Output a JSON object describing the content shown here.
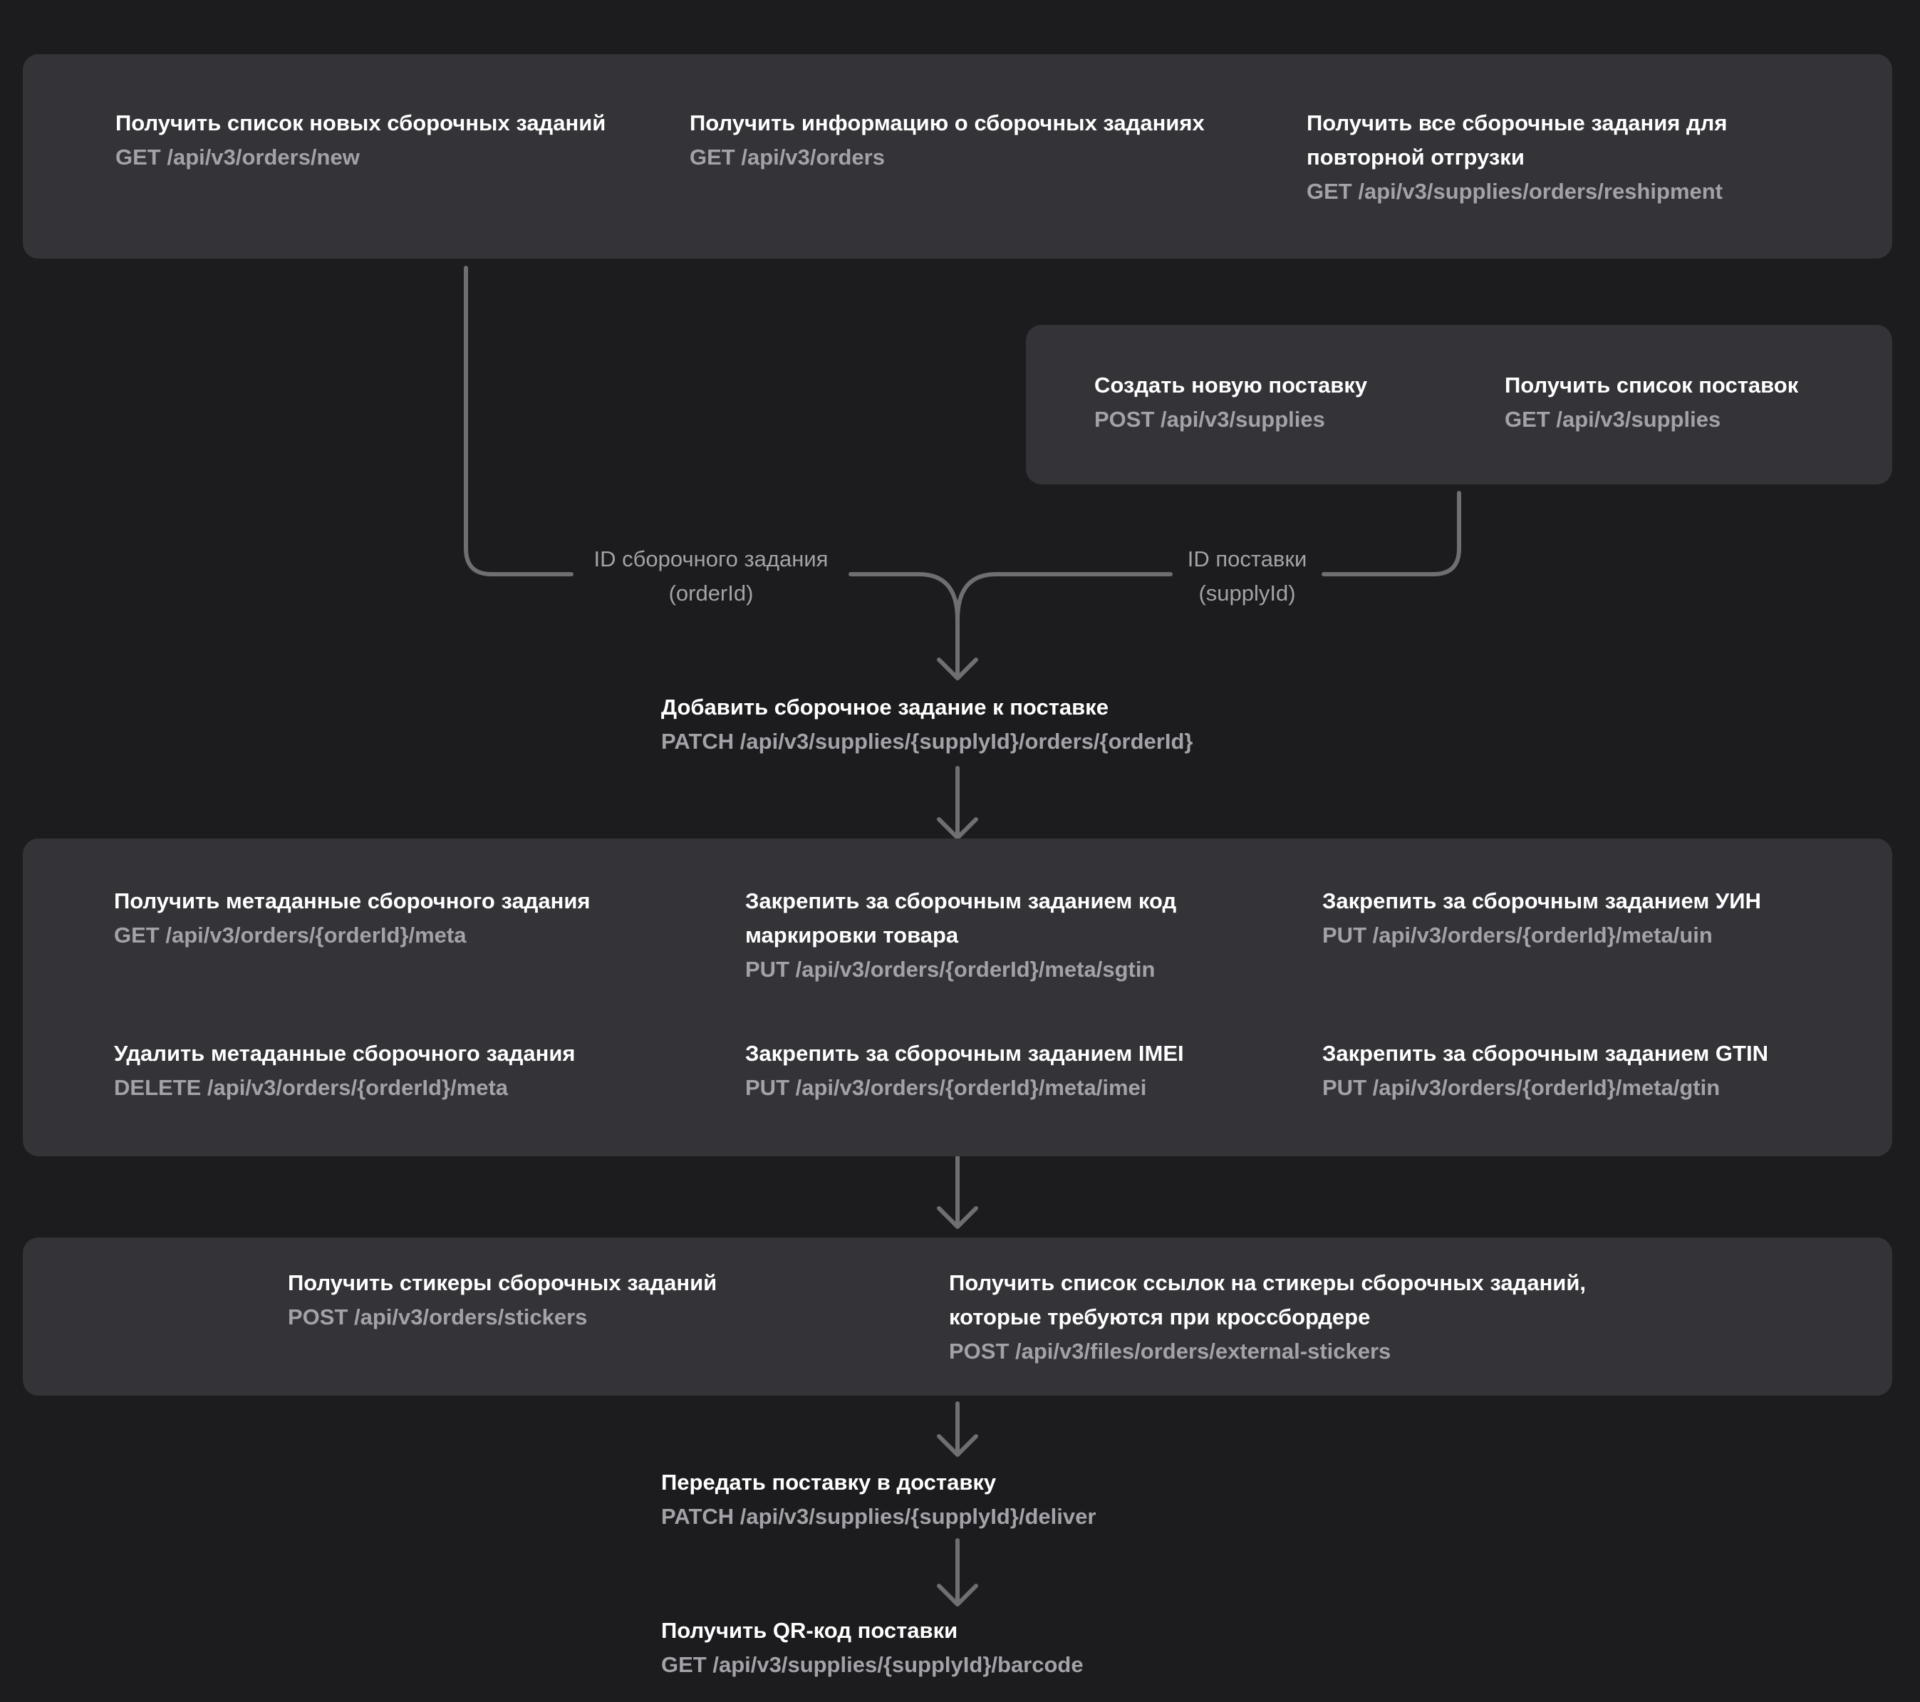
{
  "colors": {
    "background": "#1c1c1e",
    "panel": "#333338",
    "title": "#ffffff",
    "endpoint": "#a2a2a8",
    "connector": "#6e6e73"
  },
  "block_orders": [
    {
      "title": "Получить список новых сборочных заданий",
      "endpoint": "GET /api/v3/orders/new"
    },
    {
      "title": "Получить информацию о сборочных заданиях",
      "endpoint": "GET /api/v3/orders"
    },
    {
      "title_line1": "Получить все сборочные задания для",
      "title_line2": "повторной отгрузки",
      "endpoint": "GET /api/v3/supplies/orders/reshipment"
    }
  ],
  "block_supplies": [
    {
      "title": "Создать новую поставку",
      "endpoint": "POST /api/v3/supplies"
    },
    {
      "title": "Получить список поставок",
      "endpoint": "GET /api/v3/supplies"
    }
  ],
  "labels": {
    "order_id_line1": "ID сборочного задания",
    "order_id_line2": "(orderId)",
    "supply_id_line1": "ID поставки",
    "supply_id_line2": "(supplyId)"
  },
  "step_add": {
    "title": "Добавить сборочное задание к поставке",
    "endpoint": "PATCH /api/v3/supplies/{supplyId}/orders/{orderId}"
  },
  "block_meta": [
    {
      "title": "Получить метаданные сборочного задания",
      "endpoint": "GET /api/v3/orders/{orderId}/meta"
    },
    {
      "title_line1": "Закрепить за сборочным заданием код",
      "title_line2": "маркировки товара",
      "endpoint": "PUT /api/v3/orders/{orderId}/meta/sgtin"
    },
    {
      "title": "Закрепить за сборочным заданием УИН",
      "endpoint": "PUT /api/v3/orders/{orderId}/meta/uin"
    },
    {
      "title": "Удалить метаданные сборочного задания",
      "endpoint": "DELETE /api/v3/orders/{orderId}/meta"
    },
    {
      "title": "Закрепить за сборочным заданием IMEI",
      "endpoint": "PUT /api/v3/orders/{orderId}/meta/imei"
    },
    {
      "title": "Закрепить за сборочным заданием GTIN",
      "endpoint": "PUT /api/v3/orders/{orderId}/meta/gtin"
    }
  ],
  "block_stickers": [
    {
      "title": "Получить стикеры сборочных заданий",
      "endpoint": "POST /api/v3/orders/stickers"
    },
    {
      "title_line1": "Получить список ссылок на стикеры сборочных заданий,",
      "title_line2": "которые требуются при кроссбордере",
      "endpoint": "POST /api/v3/files/orders/external-stickers"
    }
  ],
  "step_deliver": {
    "title": "Передать поставку в доставку",
    "endpoint": "PATCH /api/v3/supplies/{supplyId}/deliver"
  },
  "step_qr": {
    "title": "Получить QR-код поставки",
    "endpoint": "GET /api/v3/supplies/{supplyId}/barcode"
  }
}
